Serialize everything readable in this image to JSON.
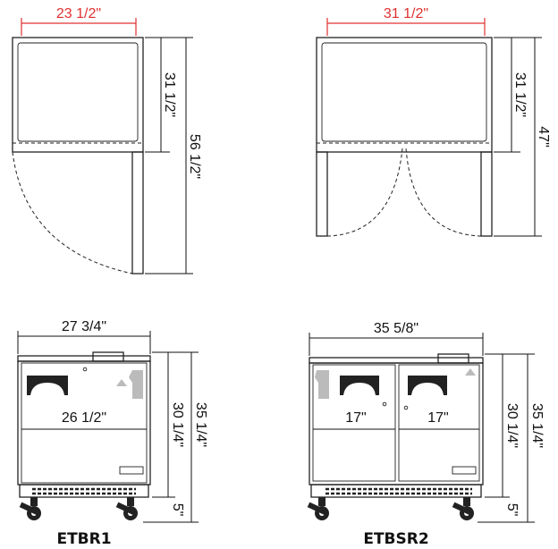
{
  "top_views": {
    "single": {
      "width_label": "23 1/2\"",
      "cabinet_height_label": "31 1/2\"",
      "door_swing_label": "56 1/2\""
    },
    "double": {
      "width_label": "31 1/2\"",
      "cabinet_height_label": "31 1/2\"",
      "door_swing_label": "47\""
    }
  },
  "front_views": {
    "etbr1": {
      "model": "ETBR1",
      "overall_width": "27 3/4\"",
      "interior_width": "26 1/2\"",
      "cabinet_height": "30 1/4\"",
      "overall_height": "35 1/4\"",
      "caster_height": "5\""
    },
    "etbsr2": {
      "model": "ETBSR2",
      "overall_width": "35 5/8\"",
      "left_door_width": "17\"",
      "right_door_width": "17\"",
      "cabinet_height": "30 1/4\"",
      "overall_height": "35 1/4\"",
      "caster_height": "5\""
    }
  },
  "colors": {
    "accent_dimension": "#e03030",
    "line": "#222222"
  }
}
